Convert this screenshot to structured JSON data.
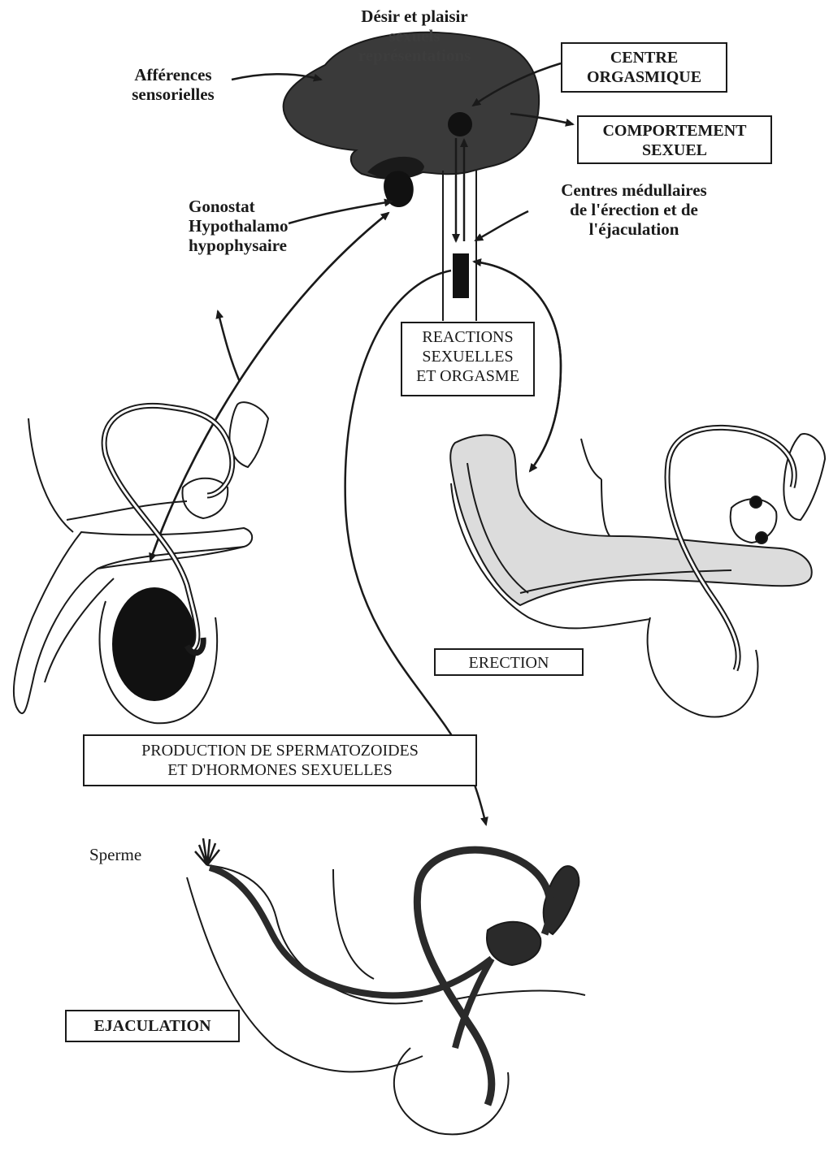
{
  "labels": {
    "desir_line1": "Désir et plaisir",
    "desir_line2": "sexuels",
    "desir_line3": "représentations",
    "afferences_line1": "Afférences",
    "afferences_line2": "sensorielles",
    "gonostat_line1": "Gonostat",
    "gonostat_line2": "Hypothalamo",
    "gonostat_line3": "hypophysaire",
    "centres_line1": "Centres médullaires",
    "centres_line2": "de l'érection et de",
    "centres_line3": "l'éjaculation",
    "sperme": "Sperme"
  },
  "boxes": {
    "centre_line1": "CENTRE",
    "centre_line2": "ORGASMIQUE",
    "comportement_line1": "COMPORTEMENT",
    "comportement_line2": "SEXUEL",
    "reactions_line1": "REACTIONS",
    "reactions_line2": "SEXUELLES",
    "reactions_line3": "ET ORGASME",
    "erection": "ERECTION",
    "production_line1": "PRODUCTION DE SPERMATOZOIDES",
    "production_line2": "ET D'HORMONES SEXUELLES",
    "ejaculation": "EJACULATION"
  },
  "colors": {
    "ink": "#1a1a1a",
    "brain_fill": "#3a3a3a",
    "erectile_tissue": "#dcdcdc",
    "background": "#ffffff"
  }
}
